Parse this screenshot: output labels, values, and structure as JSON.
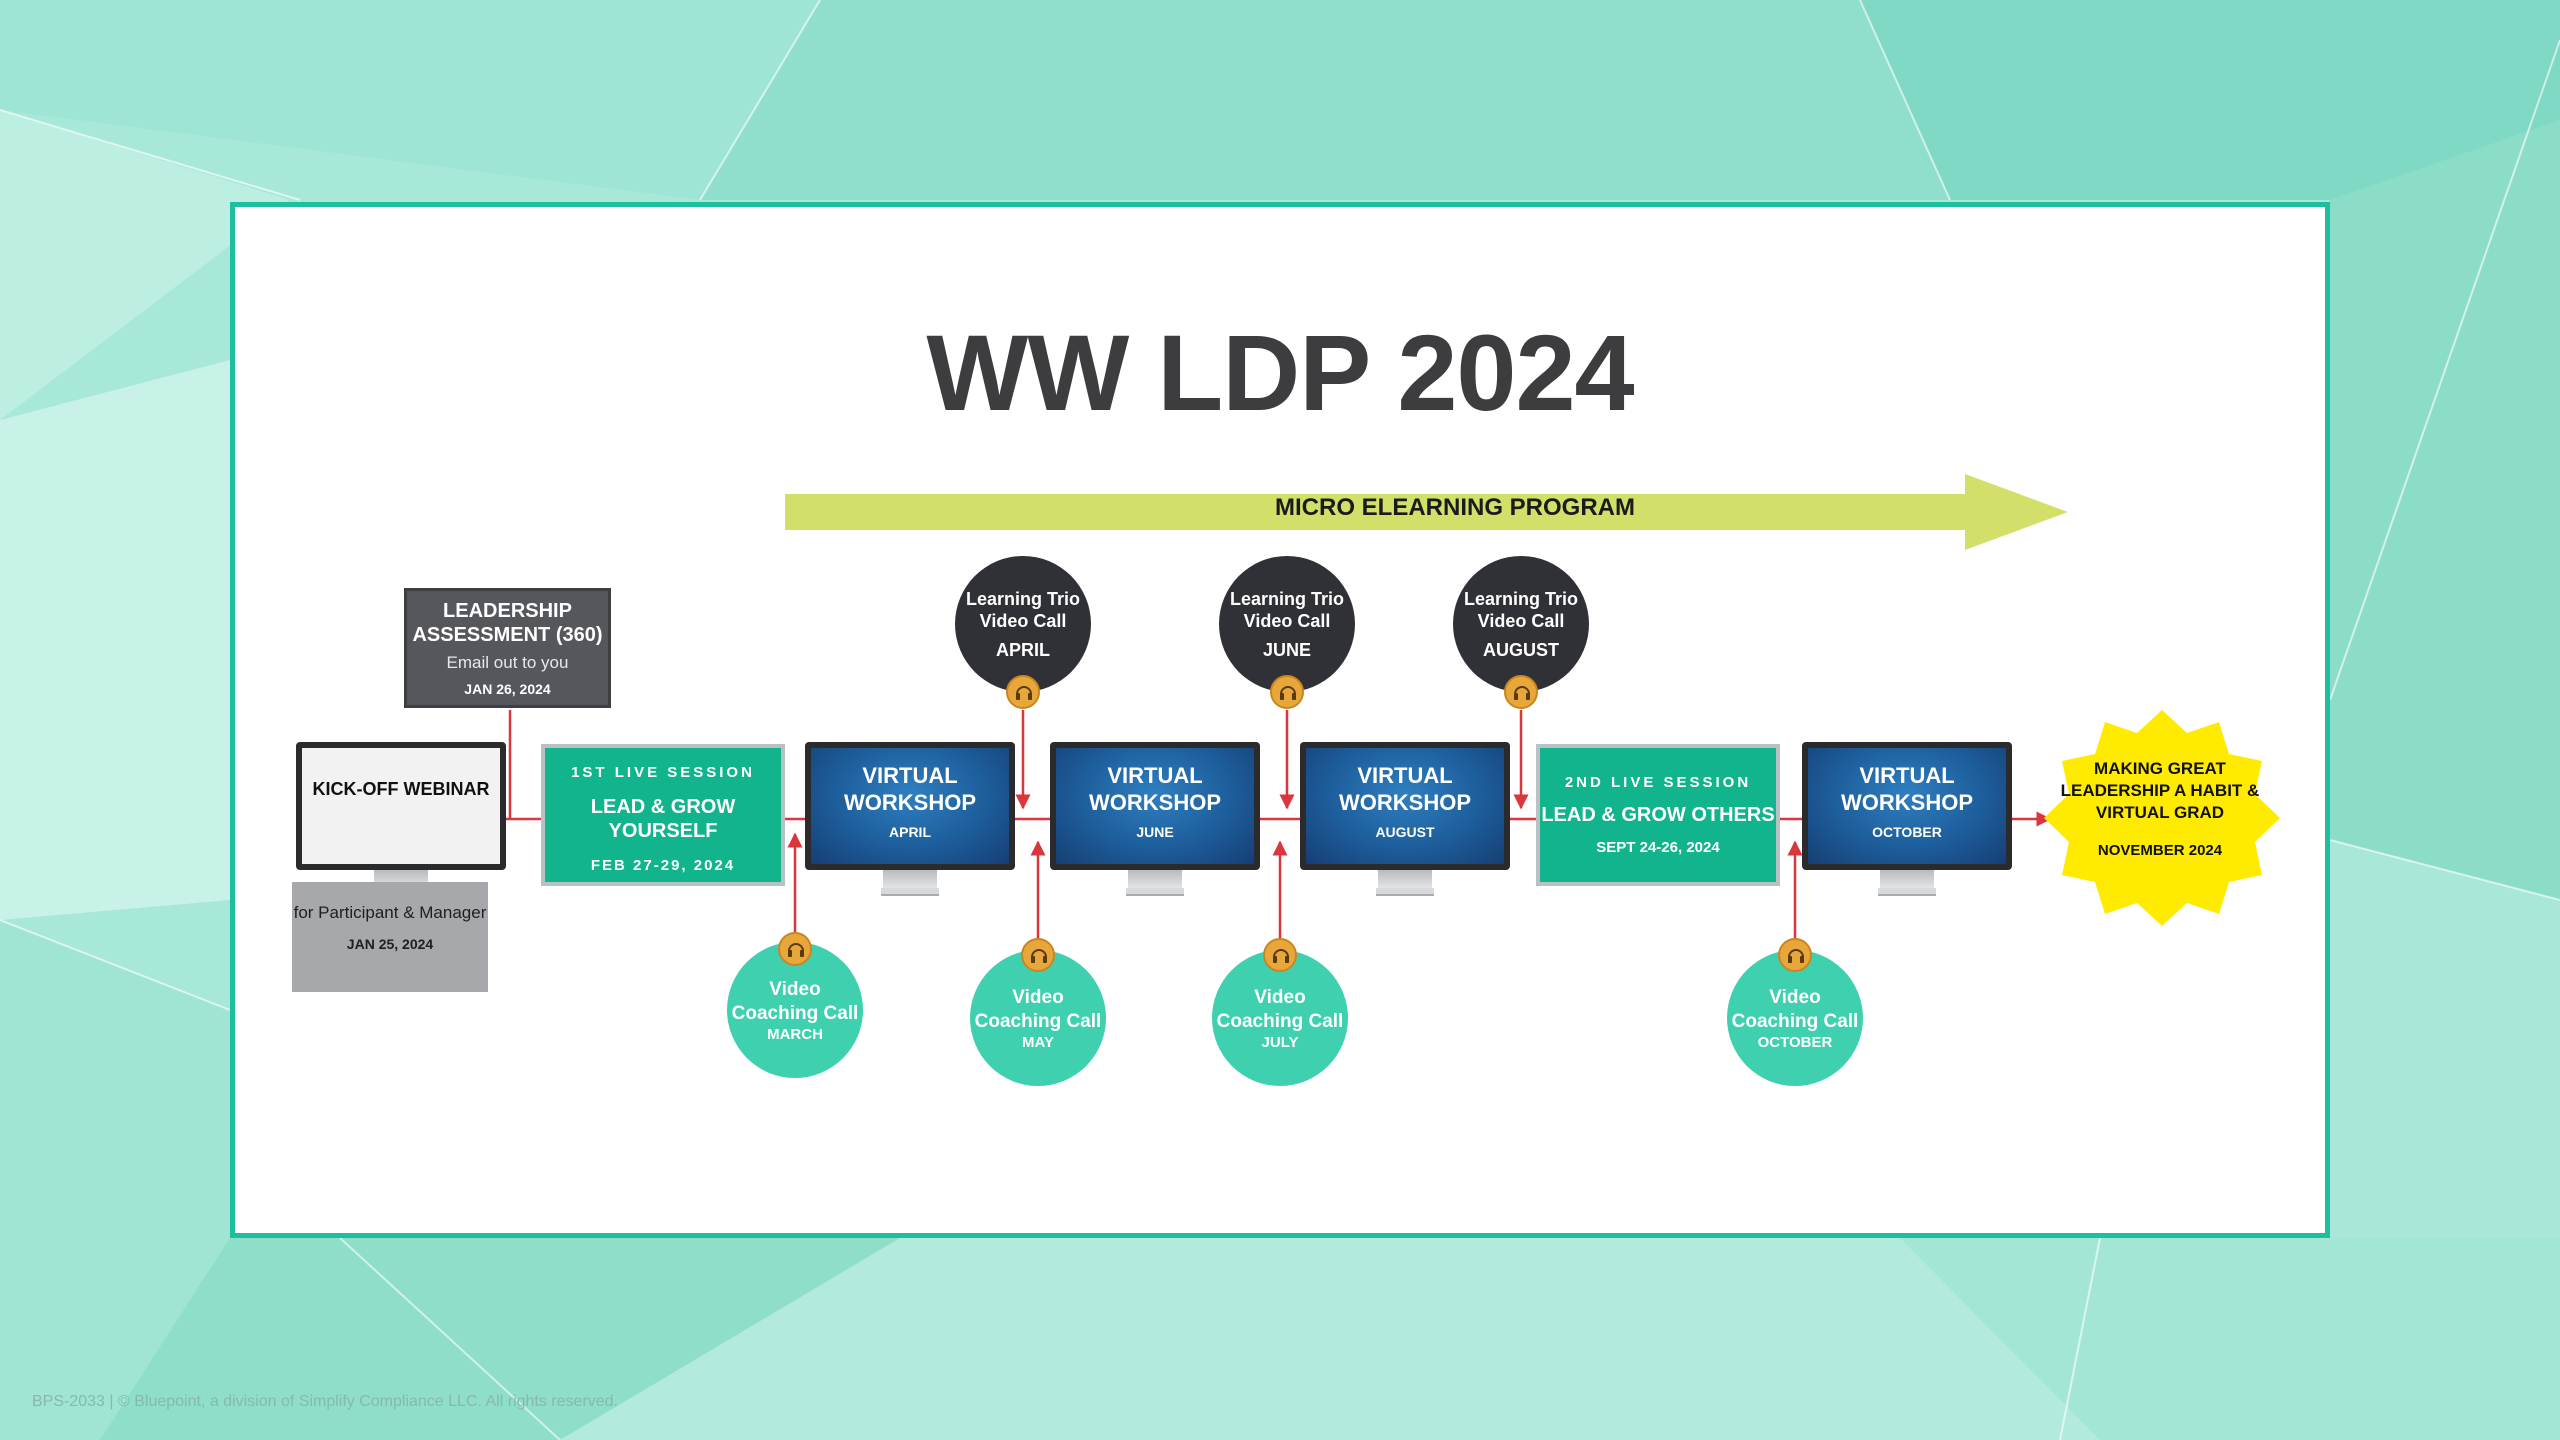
{
  "title": "WW LDP 2024",
  "program_arrow": {
    "label": "MICRO ELEARNING PROGRAM"
  },
  "assessment": {
    "title": "LEADERSHIP ASSESSMENT (360)",
    "note": "Email out to you",
    "date": "JAN 26, 2024"
  },
  "kickoff": {
    "label": "KICK-OFF WEBINAR",
    "note": "for Participant & Manager",
    "date": "JAN 25, 2024"
  },
  "live_sessions": [
    {
      "label": "1ST LIVE SESSION",
      "title": "LEAD & GROW YOURSELF",
      "date": "FEB 27-29, 2024"
    },
    {
      "label": "2ND LIVE SESSION",
      "title": "LEAD & GROW OTHERS",
      "date": "SEPT 24-26, 2024"
    }
  ],
  "workshops": [
    {
      "title": "VIRTUAL WORKSHOP",
      "month": "APRIL"
    },
    {
      "title": "VIRTUAL WORKSHOP",
      "month": "JUNE"
    },
    {
      "title": "VIRTUAL WORKSHOP",
      "month": "AUGUST"
    },
    {
      "title": "VIRTUAL WORKSHOP",
      "month": "OCTOBER"
    }
  ],
  "trio_calls": [
    {
      "title": "Learning Trio Video Call",
      "month": "APRIL"
    },
    {
      "title": "Learning Trio Video Call",
      "month": "JUNE"
    },
    {
      "title": "Learning Trio Video Call",
      "month": "AUGUST"
    }
  ],
  "coaching_calls": [
    {
      "title": "Video Coaching Call",
      "month": "MARCH"
    },
    {
      "title": "Video Coaching Call",
      "month": "MAY"
    },
    {
      "title": "Video Coaching Call",
      "month": "JULY"
    },
    {
      "title": "Video Coaching Call",
      "month": "OCTOBER"
    }
  ],
  "graduation": {
    "title": "MAKING GREAT LEADERSHIP A HABIT & VIRTUAL GRAD",
    "date": "NOVEMBER 2024"
  },
  "footer": "BPS-2033 | © Bluepoint, a division of Simplify Compliance LLC. All rights reserved.",
  "colors": {
    "frame": "#1ebf9e",
    "arrow": "#d2e06a",
    "connector": "#d9363e",
    "teal_box": "#12b48e",
    "teal_circle": "#3fd0b0",
    "dark_circle": "#303136",
    "monitor_screen": "#1d5d9b",
    "grad_burst": "#ffeb00",
    "badge": "#e8a73a"
  }
}
